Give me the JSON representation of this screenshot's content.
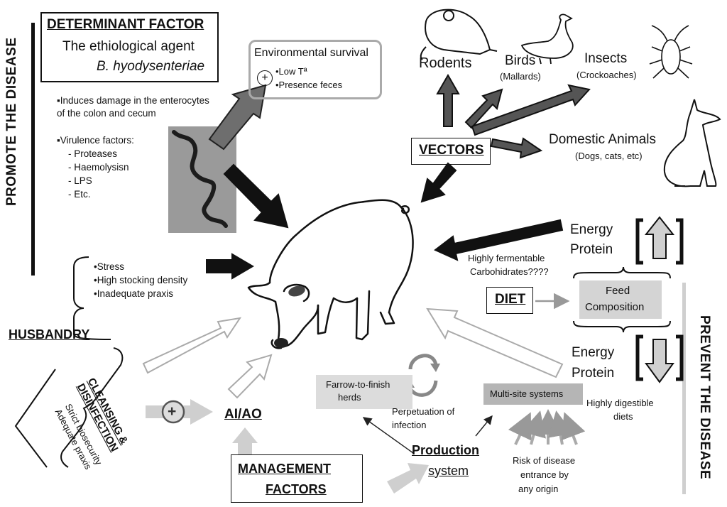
{
  "promote": {
    "side_label": "PROMOTE THE DISEASE",
    "determinant_title": "DETERMINANT FACTOR",
    "determinant_sub": "The ethiological agent",
    "determinant_species": "B. hyodysenteriae",
    "damage_text_1": "▪Induces damage in the enterocytes",
    "damage_text_2": "of the colon and cecum",
    "virulence_title": "▪Virulence factors:",
    "virulence_items": [
      "- Proteases",
      "- Haemolysisn",
      "- LPS",
      "- Etc."
    ]
  },
  "environment": {
    "title": "Environmental survival",
    "plus": "+",
    "items": [
      "•Low Tª",
      "•Presence feces"
    ]
  },
  "vectors": {
    "label": "VECTORS",
    "rodents": "Rodents",
    "birds": "Birds",
    "birds_sub": "(Mallards)",
    "insects": "Insects",
    "insects_sub": "(Crockoaches)",
    "domestic": "Domestic Animals",
    "domestic_sub": "(Dogs, cats, etc)"
  },
  "husbandry": {
    "label": "HUSBANDRY",
    "items": [
      "•Stress",
      "•High stocking density",
      "•Inadequate praxis"
    ]
  },
  "cleansing": {
    "title_1": "CLEANSING &",
    "title_2": "DISINFECTION",
    "item_1": "Strict biosecurity",
    "item_2": "Adequate praxis",
    "plus": "+"
  },
  "management": {
    "aiao": "AI/AO",
    "label_1": "MANAGEMENT",
    "label_2": "FACTORS"
  },
  "production": {
    "farrow_1": "Farrow-to-finish",
    "farrow_2": "herds",
    "perpetuation_1": "Perpetuation of",
    "perpetuation_2": "infection",
    "multisite": "Multi-site systems",
    "label_1": "Production",
    "label_2": "system",
    "risk_1": "Risk of disease",
    "risk_2": "entrance by",
    "risk_3": "any origin"
  },
  "diet": {
    "label": "DIET",
    "fermentable_1": "Highly fermentable",
    "fermentable_2": "Carbohidrates????",
    "energy_up": "Energy",
    "protein_up": "Protein",
    "feed_1": "Feed",
    "feed_2": "Composition",
    "energy_down": "Energy",
    "protein_down": "Protein",
    "digestible_1": "Highly digestible",
    "digestible_2": "diets"
  },
  "prevent": {
    "side_label": "PREVENT THE DISEASE"
  }
}
